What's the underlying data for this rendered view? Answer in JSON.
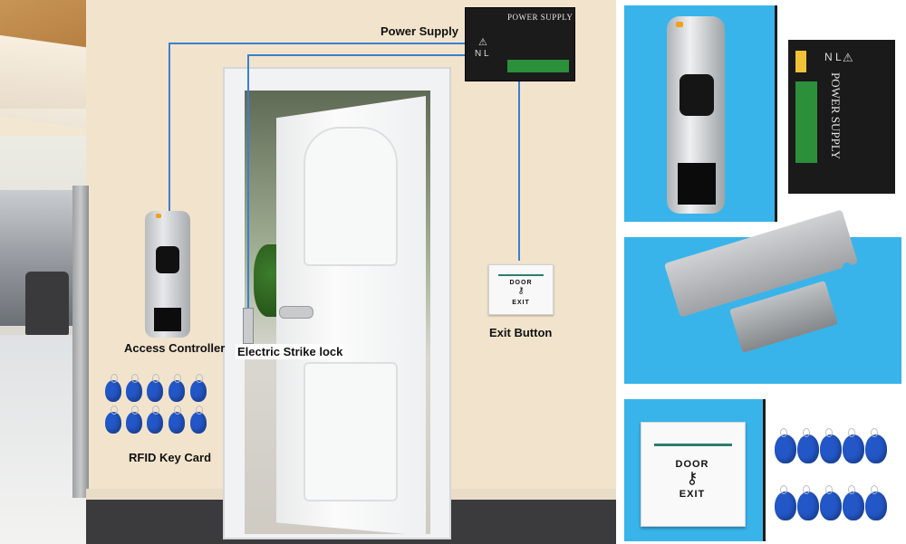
{
  "labels": {
    "power_supply": "Power Supply",
    "access_controller": "Access Controller",
    "electric_strike_lock": "Electric Strike lock",
    "exit_button": "Exit Button",
    "rfid_key_card": "RFID Key Card"
  },
  "devices": {
    "power_box_title": "POWER SUPPLY",
    "power_box_terminals": "N L",
    "exit_line1": "DOOR",
    "exit_line2": "EXIT"
  },
  "product_images": {
    "power_supply_title": "POWER SUPPLY",
    "power_supply_terminals": "N L",
    "exit_line1": "DOOR",
    "exit_line2": "EXIT"
  },
  "colors": {
    "panel_blue": "#38b4ea",
    "wire_blue": "#3b7fd0",
    "tag_blue": "#2357c7"
  },
  "icons": {
    "key": "key-icon",
    "warning": "warning-triangle-icon"
  }
}
